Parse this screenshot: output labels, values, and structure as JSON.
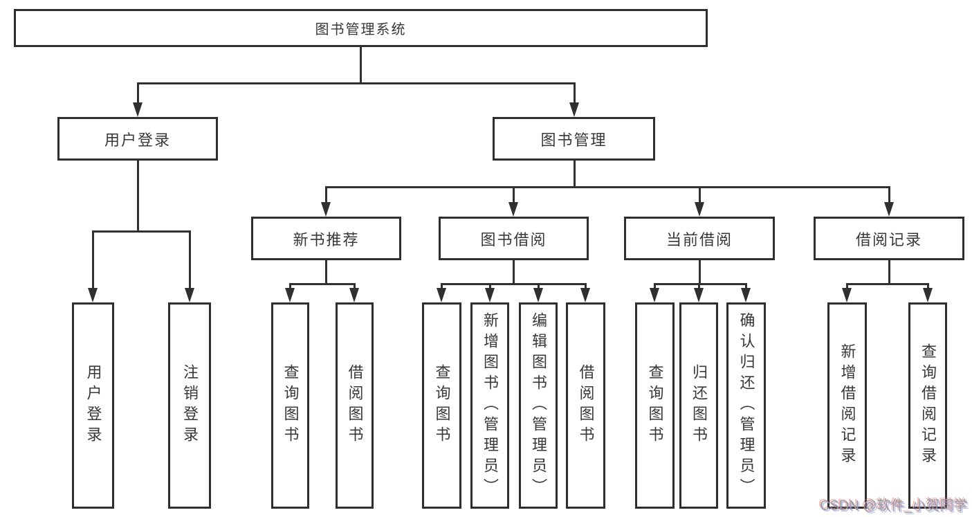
{
  "diagram": {
    "root": {
      "label": "图书管理系统"
    },
    "branches": [
      {
        "label": "用户登录",
        "children": [
          {
            "label": "用户登录"
          },
          {
            "label": "注销登录"
          }
        ]
      },
      {
        "label": "图书管理",
        "children": [
          {
            "label": "新书推荐",
            "children": [
              {
                "label": "查询图书"
              },
              {
                "label": "借阅图书"
              }
            ]
          },
          {
            "label": "图书借阅",
            "children": [
              {
                "label": "查询图书"
              },
              {
                "label": "新增图书（管理员）"
              },
              {
                "label": "编辑图书（管理员）"
              },
              {
                "label": "借阅图书"
              }
            ]
          },
          {
            "label": "当前借阅",
            "children": [
              {
                "label": "查询图书"
              },
              {
                "label": "归还图书"
              },
              {
                "label": "确认归还（管理员）"
              }
            ]
          },
          {
            "label": "借阅记录",
            "children": [
              {
                "label": "新增借阅记录"
              },
              {
                "label": "查询借阅记录"
              }
            ]
          }
        ]
      }
    ]
  },
  "watermark": {
    "text": "CSDN @软件_小贺同学"
  },
  "colors": {
    "line": "#303030",
    "box_border": "#2e2e2e",
    "text": "#383838",
    "background": "#ffffff",
    "watermark": "#9c9c9c"
  }
}
